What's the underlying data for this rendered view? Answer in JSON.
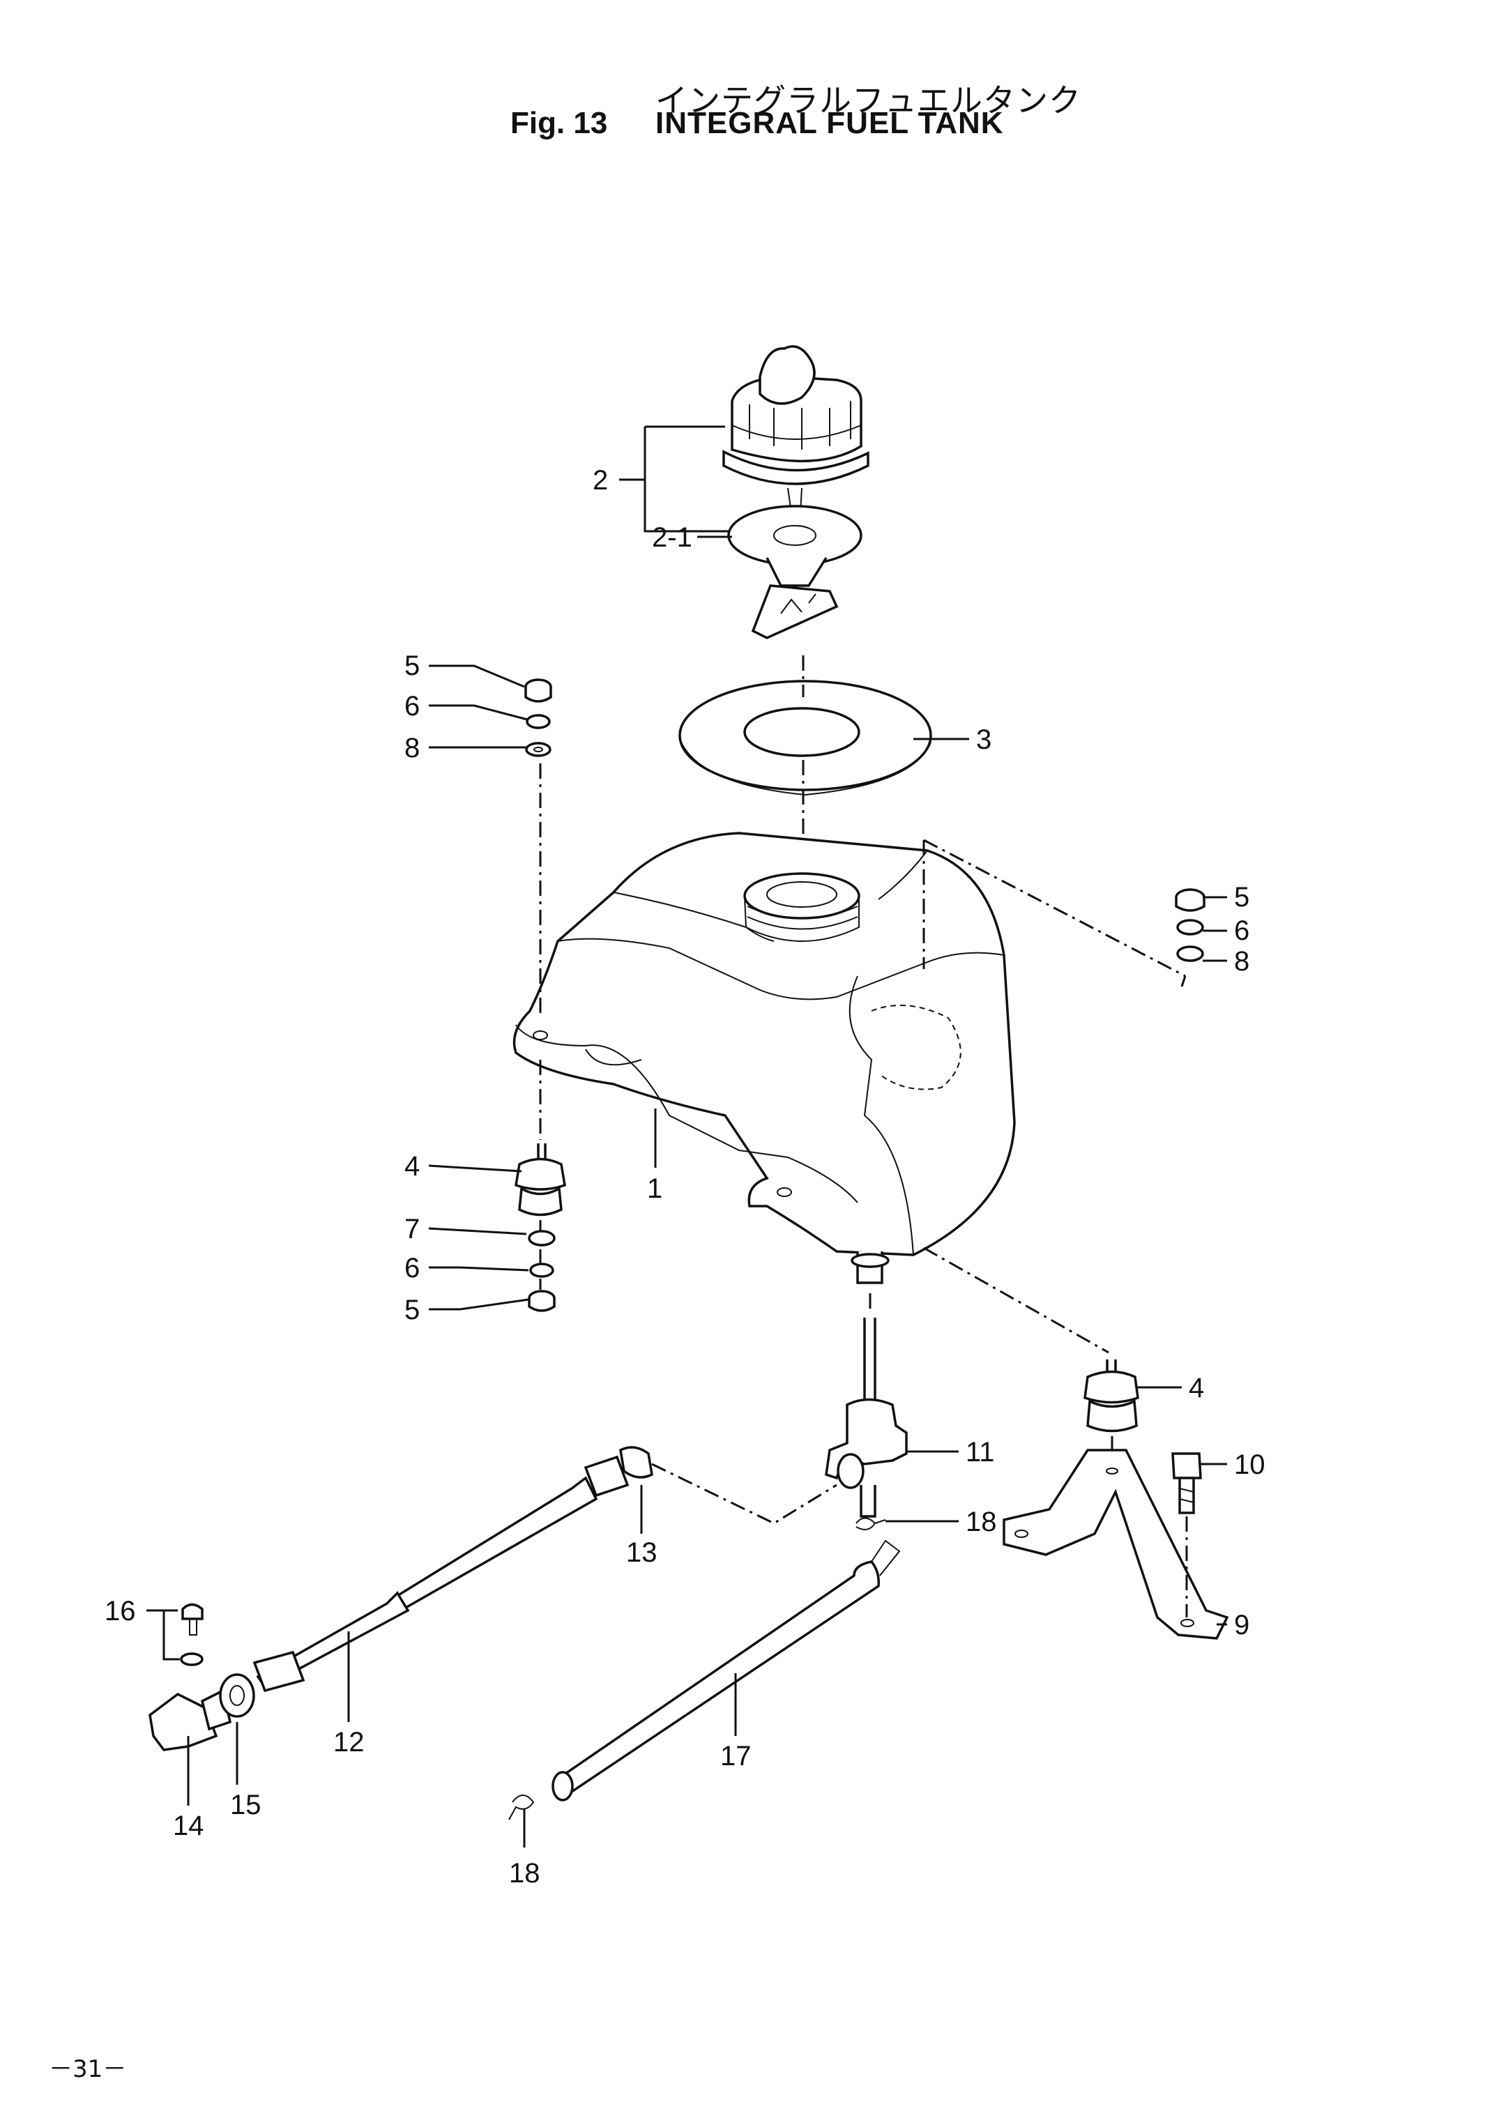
{
  "header": {
    "title_jp": "インテグラルフュエルタンク",
    "fig_no": "Fig. 13",
    "title_en": "INTEGRAL FUEL TANK"
  },
  "callouts": {
    "c1": "1",
    "c2": "2",
    "c2_1": "2-1",
    "c3": "3",
    "c4a": "4",
    "c4b": "4",
    "c5a": "5",
    "c5b": "5",
    "c5c": "5",
    "c6a": "6",
    "c6b": "6",
    "c6c": "6",
    "c7": "7",
    "c8a": "8",
    "c8b": "8",
    "c9": "9",
    "c10": "10",
    "c11": "11",
    "c12": "12",
    "c13": "13",
    "c14": "14",
    "c15": "15",
    "c16": "16",
    "c17": "17",
    "c18a": "18",
    "c18b": "18"
  },
  "footer": {
    "page_no": "－31－"
  }
}
